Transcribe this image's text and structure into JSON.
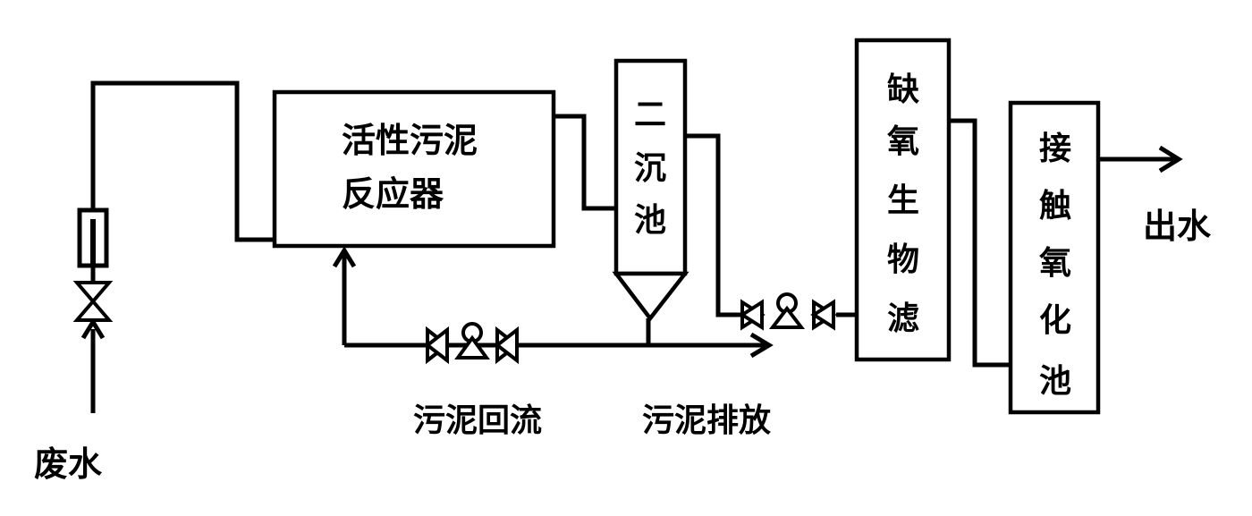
{
  "labels": {
    "reactor_line1": "活性污泥",
    "reactor_line2": "反应器",
    "clarifier_chars": [
      "二",
      "沉",
      "池"
    ],
    "anoxic_chars": [
      "缺",
      "氧",
      "生",
      "物",
      "滤"
    ],
    "contact_chars": [
      "接",
      "触",
      "氧",
      "化",
      "池"
    ],
    "wastewater_in": "废水",
    "effluent_out": "出水",
    "sludge_return": "污泥回流",
    "sludge_discharge": "污泥排放"
  }
}
